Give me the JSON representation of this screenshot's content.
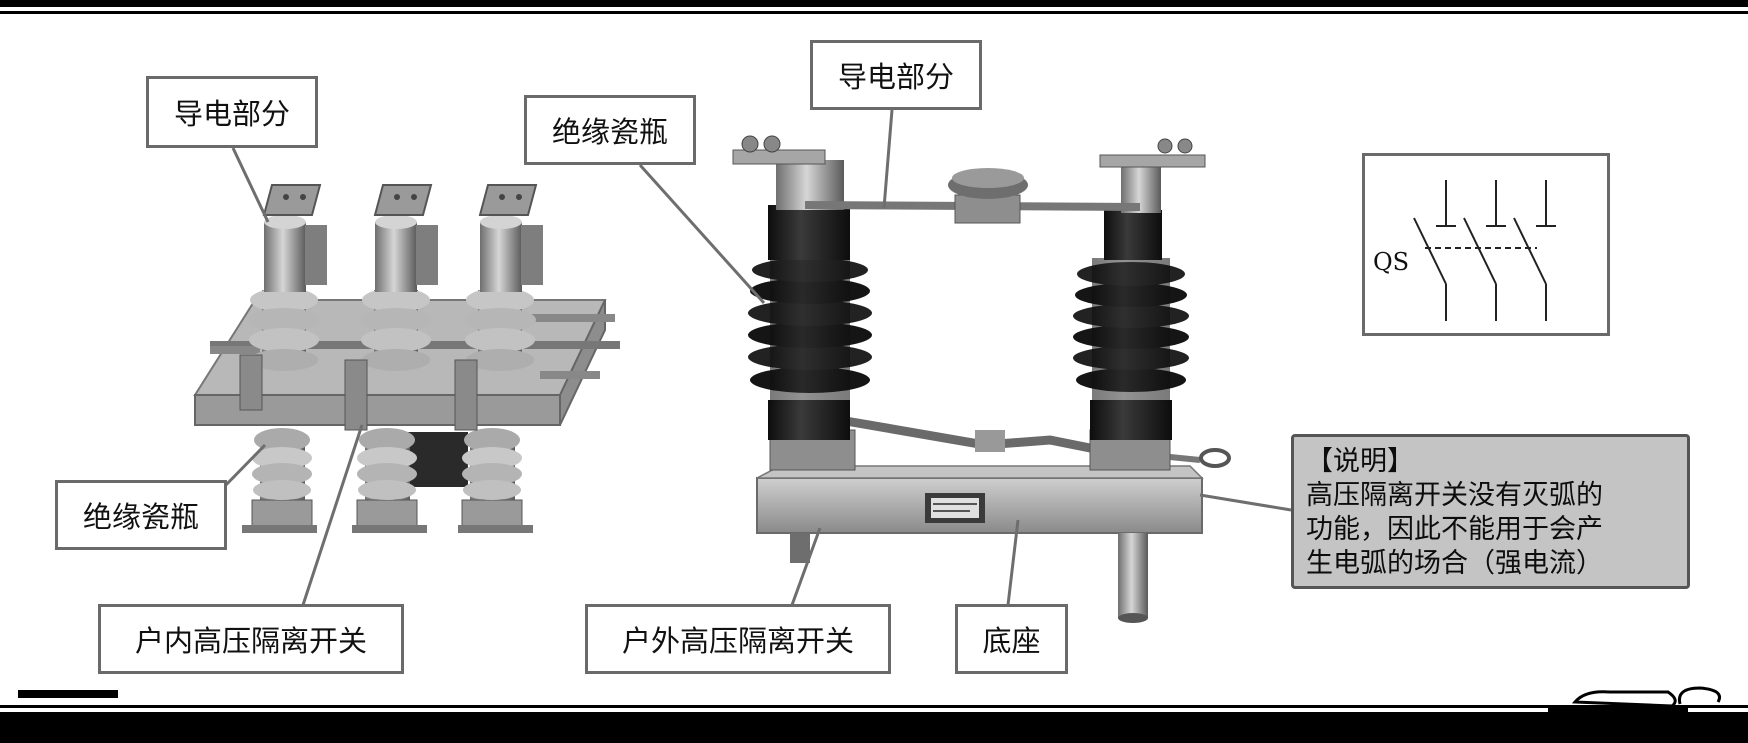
{
  "labels": {
    "indoor_conductive": "导电部分",
    "indoor_insulator": "绝缘瓷瓶",
    "indoor_switch": "户内高压隔离开关",
    "outdoor_insulator": "绝缘瓷瓶",
    "outdoor_conductive": "导电部分",
    "outdoor_switch": "户外高压隔离开关",
    "outdoor_base": "底座"
  },
  "symbol": {
    "designation": "QS"
  },
  "note": {
    "title": "【说明】",
    "lines": [
      "高压隔离开关没有灭弧的",
      "功能，因此不能用于会产",
      "生电弧的场合（强电流）"
    ]
  },
  "colors": {
    "insulator_dark": "#1e1e1e",
    "frame_gray": "#a9a9a9",
    "note_bg": "#c4c4c4"
  }
}
